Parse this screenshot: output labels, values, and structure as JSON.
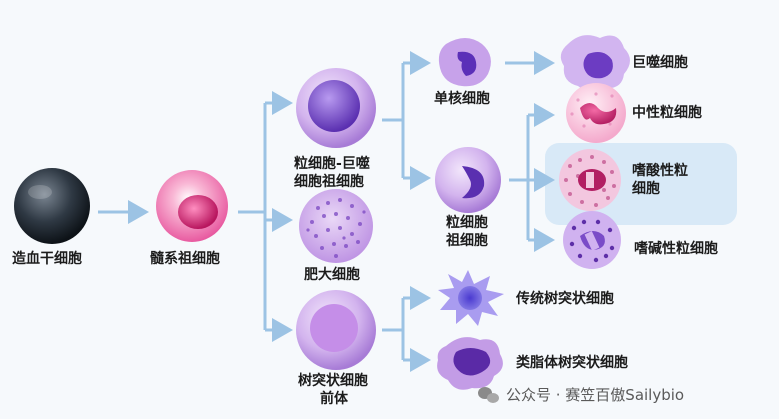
{
  "labels": {
    "hsc": "造血干细胞",
    "myeloid_progenitor": "髓系祖细胞",
    "gmp_line1": "粒细胞-巨噬",
    "gmp_line2": "细胞祖细胞",
    "mast_cell": "肥大细胞",
    "dc_precursor_line1": "树突状细胞",
    "dc_precursor_line2": "前体",
    "monocyte": "单核细胞",
    "granulocyte_progenitor_line1": "粒细胞",
    "granulocyte_progenitor_line2": "祖细胞",
    "macrophage": "巨噬细胞",
    "neutrophil": "中性粒细胞",
    "eosinophil_line1": "嗜酸性粒",
    "eosinophil_line2": "细胞",
    "basophil": "嗜碱性粒细胞",
    "conventional_dc": "传统树突状细胞",
    "plasmacytoid_dc": "类脂体树突状细胞"
  },
  "watermark": {
    "text": "公众号 · 赛笠百傲Sailybio"
  },
  "colors": {
    "connector": "#9cc3e4",
    "highlight": "#d8e9f7",
    "background": "#f6f9fc"
  }
}
